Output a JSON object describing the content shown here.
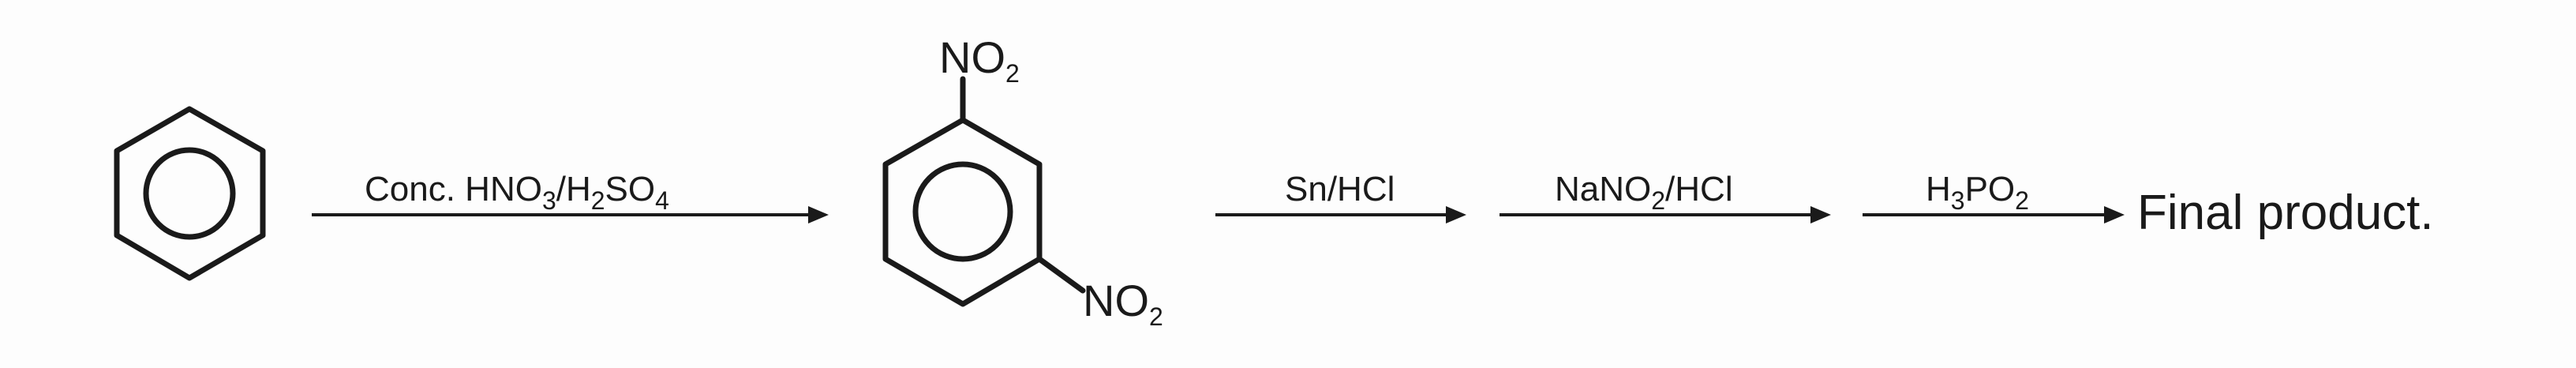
{
  "step1": {
    "reagent_main": "Conc. HNO",
    "sub_a": "3",
    "slash": "/H",
    "sub_b": "2",
    "reagent_tail": "SO",
    "sub_c": "4"
  },
  "intermediate": {
    "group_top": "NO",
    "group_top_sub": "2",
    "group_bottom": "NO",
    "group_bottom_sub": "2"
  },
  "step2": {
    "reagent": "Sn/HCl"
  },
  "step3": {
    "reagent_main": "NaNO",
    "sub": "2",
    "reagent_tail": "/HCl"
  },
  "step4": {
    "reagent_main": "H",
    "sub_a": "3",
    "reagent_mid": "PO",
    "sub_b": "2"
  },
  "product": {
    "label": "Final product."
  },
  "colors": {
    "ink": "#1a1a1a",
    "background": "#fdfdfd"
  }
}
